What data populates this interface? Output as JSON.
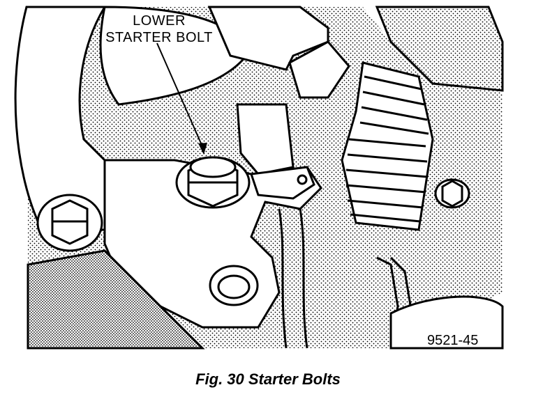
{
  "callout": {
    "line1": "LOWER",
    "line2": "STARTER BOLT"
  },
  "figure_id": "9521-45",
  "caption": "Fig. 30 Starter Bolts",
  "colors": {
    "ink": "#000000",
    "paper": "#ffffff"
  }
}
